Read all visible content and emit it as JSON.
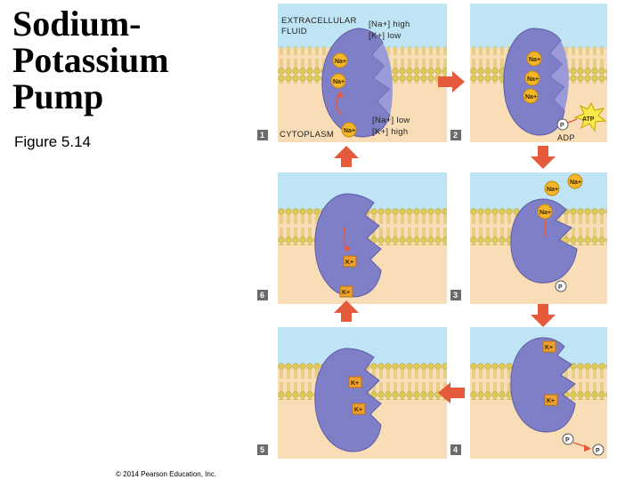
{
  "title": "Sodium-Potassium Pump",
  "figure_label": "Figure 5.14",
  "copyright": "© 2014 Pearson Education, Inc.",
  "labels": {
    "extracellular_fluid": "EXTRACELLULAR FLUID",
    "cytoplasm": "CYTOPLASM",
    "outside_conc": [
      "[Na+] high",
      "[K+] low"
    ],
    "inside_conc": [
      "[Na+] low",
      "[K+] high"
    ],
    "adp": "ADP"
  },
  "steps": [
    "1",
    "2",
    "3",
    "4",
    "5",
    "6"
  ],
  "ions": {
    "sodium": "Na+",
    "potassium": "K+",
    "phosphate": "P",
    "atp": "ATP"
  },
  "colors": {
    "extracellular": "#bfe4f4",
    "cytoplasm": "#f8ddb6",
    "protein": "#7f7fc8",
    "sodium": "#f5b62a",
    "potassium": "#f0a030",
    "arrow": "#e55a3a",
    "step_badge": "#ffffff"
  }
}
